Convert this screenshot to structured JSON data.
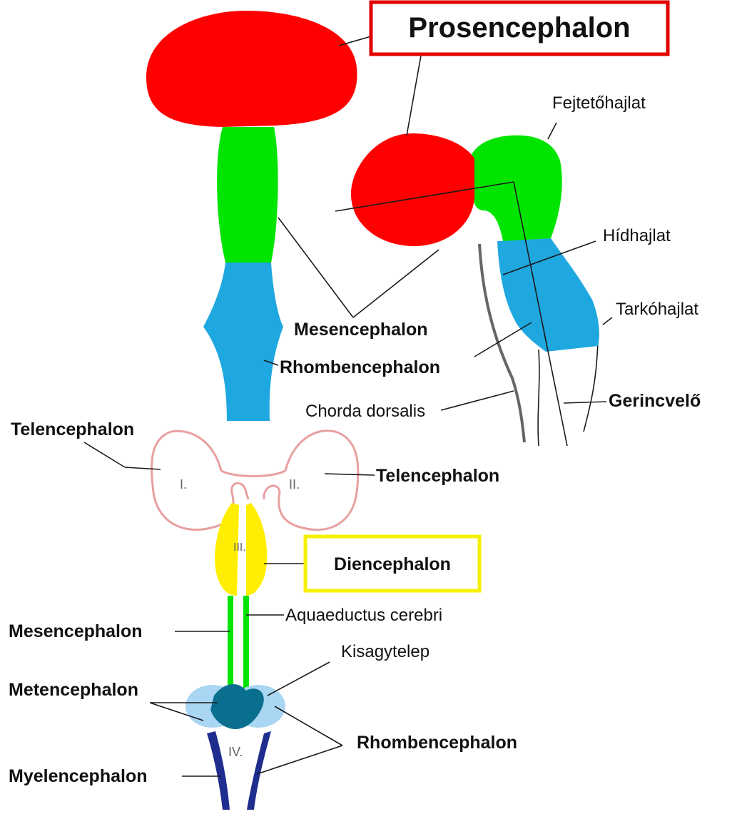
{
  "colors": {
    "prosencephalon": "#ff0000",
    "mesencephalon": "#00e400",
    "rhombencephalon": "#1fa7e0",
    "diencephalon": "#ffee00",
    "telencephalon_outline": "#e8a0a0",
    "cerebellum_light": "#a9d6f2",
    "metencephalon_dark": "#0a6f8f",
    "myelencephalon": "#1f2d8f",
    "prosencephalon_box": "#e00000",
    "diencephalon_box": "#f5f000"
  },
  "labels": {
    "prosencephalon": "Prosencephalon",
    "fejteto": "Fejtetőhajlat",
    "hid": "Hídhajlat",
    "tarko": "Tarkóhajlat",
    "mesencephalon_top": "Mesencephalon",
    "rhombencephalon_top": "Rhombencephalon",
    "chorda": "Chorda dorsalis",
    "gerincvelo": "Gerincvelő",
    "telencephalon_left": "Telencephalon",
    "telencephalon_right": "Telencephalon",
    "diencephalon": "Diencephalon",
    "aquaeductus": "Aquaeductus cerebri",
    "mesencephalon_bottom": "Mesencephalon",
    "kisagytelep": "Kisagytelep",
    "metencephalon": "Metencephalon",
    "rhombencephalon_bottom": "Rhombencephalon",
    "myelencephalon": "Myelencephalon",
    "ventricle_1": "I.",
    "ventricle_2": "II.",
    "ventricle_3": "III.",
    "ventricle_4": "IV."
  }
}
